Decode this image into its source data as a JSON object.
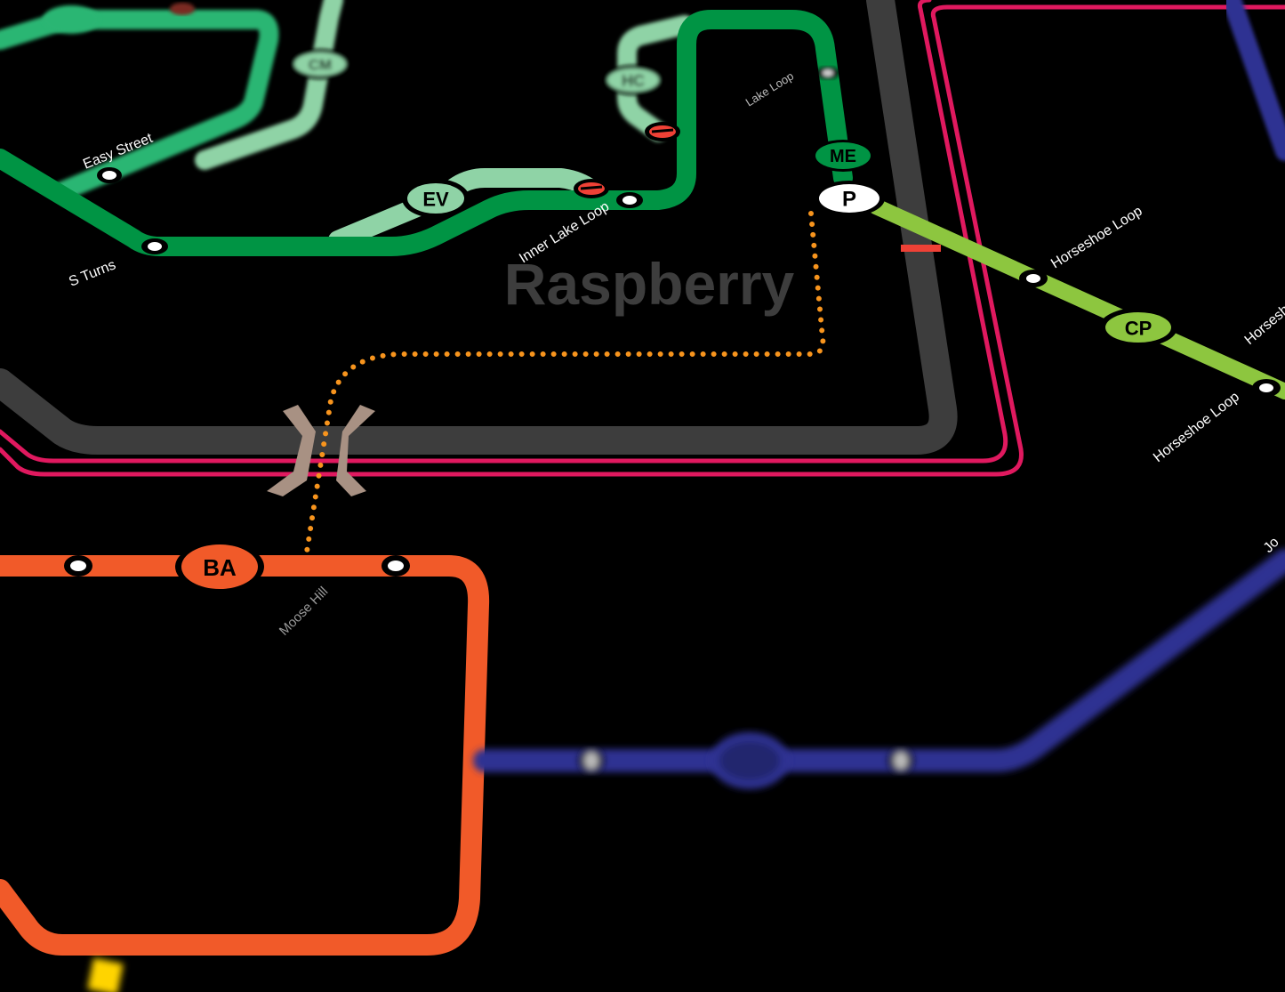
{
  "colors": {
    "dark_green": "#009444",
    "mid_green": "#2bb673",
    "light_green": "#8fd3a6",
    "gray": "#3d3d3d",
    "pink": "#e0195f",
    "lime": "#8dc63f",
    "orange": "#f15a29",
    "dotted": "#f7941d",
    "blue": "#2e3192",
    "yellow": "#ffd400",
    "bridge": "#a89183",
    "closed": "#ef4136"
  },
  "area_label": "Raspberry",
  "badges": {
    "ev": "EV",
    "hc": "HC",
    "cm": "CM",
    "me": "ME",
    "p": "P",
    "cp": "CP",
    "ba": "BA"
  },
  "stations": {
    "easy_street": "Easy Street",
    "s_turns": "S Turns",
    "inner_lake_loop": "Inner Lake Loop",
    "lake_loop": "Lake Loop",
    "horseshoe_1": "Horseshoe Loop",
    "horseshoe_2": "Horseshoe Loop",
    "horseshoe_3": "Horsesh",
    "moose_hill": "Moose Hill",
    "jo": "Jo"
  },
  "icons": [
    "bridge-icon",
    "closed-trail-icon",
    "parking-icon"
  ]
}
